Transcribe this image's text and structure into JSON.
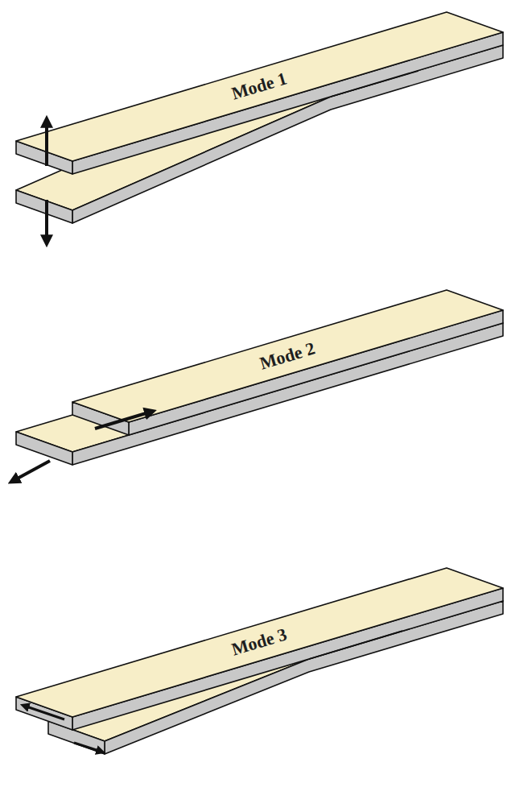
{
  "diagram": {
    "labels": [
      "Mode 1",
      "Mode 2",
      "Mode 3"
    ]
  }
}
